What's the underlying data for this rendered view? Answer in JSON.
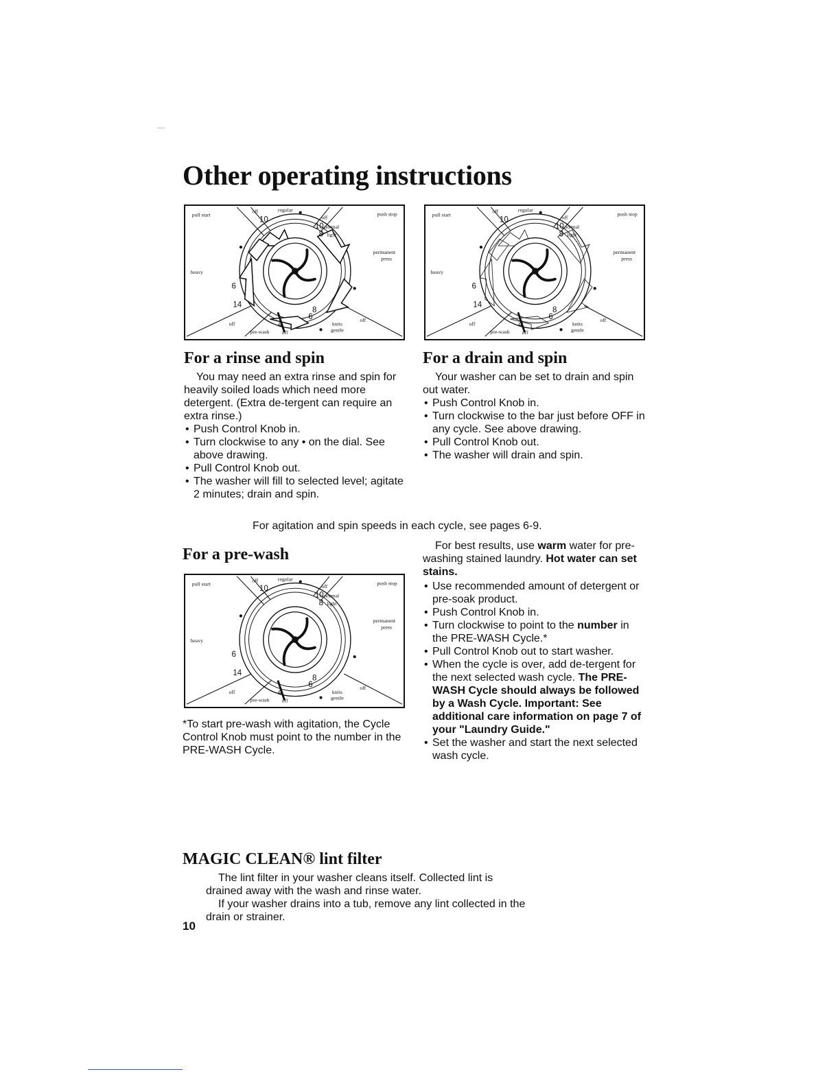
{
  "title": "Other operating instructions",
  "dial_labels": {
    "pull_start": "pull start",
    "push_stop": "push stop",
    "off": "off",
    "regular": "regular",
    "normal": "normal",
    "light": "light",
    "permanent": "permanent",
    "press": "press",
    "heavy": "heavy",
    "knits": "knits",
    "gentle": "gentle",
    "pre_wash": "pre-wash",
    "n10": "10",
    "n8": "8",
    "n6": "6",
    "n14": "14",
    "n4": "4"
  },
  "rinse": {
    "heading": "For a rinse and spin",
    "intro": "You may need an extra rinse and spin for heavily soiled loads which need more detergent. (Extra de-tergent can require an extra rinse.)",
    "bullets": [
      "Push Control Knob in.",
      "Turn clockwise to any • on the dial. See above drawing.",
      "Pull Control Knob out.",
      "The washer will fill to selected level; agitate 2 minutes; drain and spin."
    ]
  },
  "drain": {
    "heading": "For a drain and spin",
    "intro": "Your washer can be set to drain and spin out water.",
    "bullets": [
      "Push Control Knob in.",
      "Turn clockwise to the bar just before OFF in any cycle. See above drawing.",
      "Pull Control Knob out.",
      "The washer will drain and spin."
    ]
  },
  "speed_note": "For agitation and spin speeds in each cycle, see pages 6-9.",
  "prewash": {
    "heading": "For a pre-wash",
    "footnote": "*To start pre-wash with agitation, the Cycle Control Knob must point to the number in the PRE-WASH Cycle.",
    "intro_a": "For best results, use",
    "intro_b": "warm",
    "intro_c": "water for pre-washing stained laundry.",
    "intro_d": "Hot water can set stains.",
    "b1": "Use recommended amount of detergent or pre-soak product.",
    "b2": "Push Control Knob in.",
    "b3a": "Turn clockwise to point to the",
    "b3b": "number",
    "b3c": "in the PRE-WASH Cycle.*",
    "b4": "Pull Control Knob out to start washer.",
    "b5a": "When the cycle is over, add de-tergent for the next selected wash cycle.",
    "b5b": "The PRE-WASH Cycle should always be followed by a Wash Cycle. Important: See additional care information on page 7 of your \"Laundry Guide.\"",
    "b6": "Set the washer and start the next selected wash cycle."
  },
  "lint": {
    "heading": "MAGIC CLEAN® lint filter",
    "p1": "The lint filter in your washer cleans itself. Collected lint is drained away with the wash and rinse water.",
    "p2": "If your washer drains into a tub, remove any lint collected in the drain or strainer."
  },
  "page_number": "10"
}
